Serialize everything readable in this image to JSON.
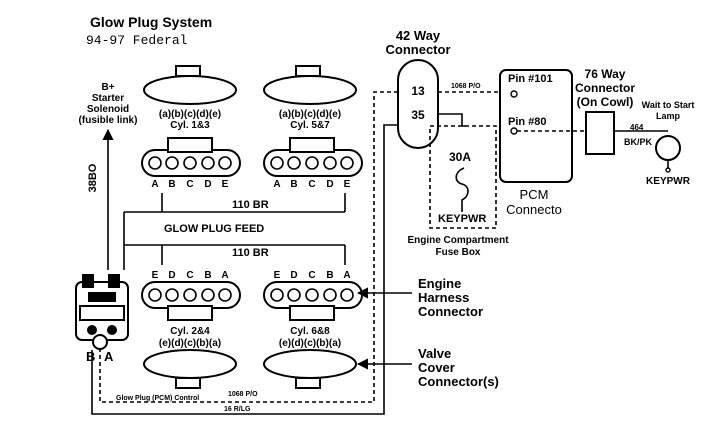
{
  "title": "Glow Plug System",
  "subtitle": "94-97 Federal",
  "starter": {
    "line1": "B+",
    "line2": "Starter",
    "line3": "Solenoid",
    "line4": "(fusible link)"
  },
  "wire_38bo": "38BO",
  "connector_42": {
    "line1": "42 Way",
    "line2": "Connector",
    "pin_top": "13",
    "pin_bottom": "35"
  },
  "wire_1068_top": "1068 P/O",
  "connector_76": {
    "line1": "76 Way",
    "line2": "Connector",
    "line3": "(On Cowl)"
  },
  "pcm": {
    "pin101": "Pin #101",
    "pin80": "Pin #80",
    "line1": "PCM",
    "line2": "Connecto"
  },
  "wait_lamp": {
    "line1": "Wait to Start",
    "line2": "Lamp"
  },
  "wire_464": {
    "line1": "464",
    "line2": "BK/PK"
  },
  "keypwr_right": "KEYPWR",
  "fuse": {
    "rating": "30A",
    "label": "KEYPWR"
  },
  "fuse_box": {
    "line1": "Engine Compartment",
    "line2": "Fuse Box"
  },
  "valve_letters_top": "(a)(b)(c)(d)(e)",
  "valve_letters_bottom": "(e)(d)(c)(b)(a)",
  "cyl_13": "Cyl. 1&3",
  "cyl_57": "Cyl. 5&7",
  "cyl_24": "Cyl. 2&4",
  "cyl_68": "Cyl. 6&8",
  "pins_abcde": [
    "A",
    "B",
    "C",
    "D",
    "E"
  ],
  "pins_edcba": [
    "E",
    "D",
    "C",
    "B",
    "A"
  ],
  "wire_110_top": "110 BR",
  "wire_110_bottom": "110 BR",
  "glow_plug_feed": "GLOW PLUG FEED",
  "engine_harness": {
    "line1": "Engine",
    "line2": "Harness",
    "line3": "Connector"
  },
  "valve_cover": {
    "line1": "Valve",
    "line2": "Cover",
    "line3": "Connector(s)"
  },
  "control_wire": {
    "label": "Glow Plug (PCM) Control",
    "code": "1068 P/O"
  },
  "wire_16": "16 R/LG",
  "relay_terminals": {
    "b": "B",
    "a": "A"
  }
}
